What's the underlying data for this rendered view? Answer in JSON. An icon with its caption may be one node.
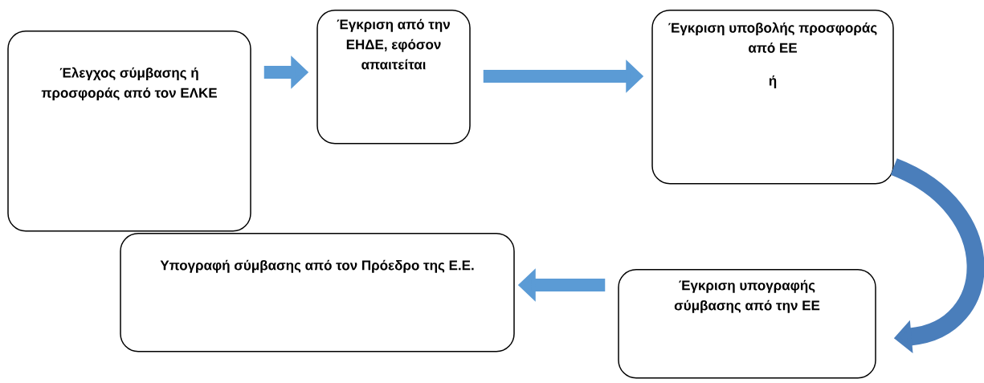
{
  "diagram": {
    "nodes": [
      {
        "text": [
          "Έλεγχος σύμβασης ή προσφοράς από τον ΕΛΚΕ"
        ]
      },
      {
        "text": [
          "Έγκριση από την ΕΗΔΕ, εφόσον απαιτείται"
        ]
      },
      {
        "text": [
          "Έγκριση υποβολής προσφοράς από ΕΕ",
          "ή"
        ]
      },
      {
        "text": [
          "Έγκριση υπογραφής σύμβασης από την ΕΕ"
        ]
      },
      {
        "text": [
          "Υπογραφή σύμβασης από τον Πρόεδρο της Ε.Ε."
        ]
      }
    ],
    "edges": [
      {
        "from": 0,
        "to": 1,
        "arrow": "to"
      },
      {
        "from": 1,
        "to": 2,
        "arrow": "to"
      },
      {
        "from": 2,
        "to": 3,
        "arrow": "to"
      },
      {
        "from": 3,
        "to": 4,
        "arrow": "to"
      }
    ]
  }
}
